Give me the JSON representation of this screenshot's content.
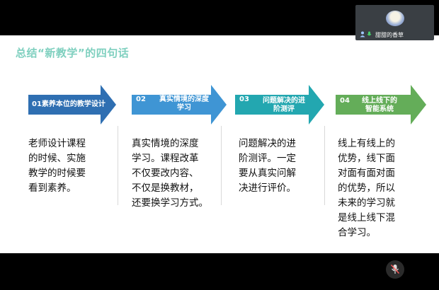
{
  "slide": {
    "title": "总结“新教学”的四句话"
  },
  "steps": [
    {
      "number": "",
      "label_lines": [
        "01素养本位的教学设计"
      ],
      "color": "#2f6fb2",
      "text_lines": [
        "老师设计课程",
        "的时候、实施",
        "教学的时候要",
        "看到素养。"
      ]
    },
    {
      "number": "02",
      "label_lines": [
        "真实情境的深度",
        "学习"
      ],
      "color": "#3f95d4",
      "text_lines": [
        "真实情境的深度",
        "学习。课程改革",
        "不仅要改内容、",
        "不仅是换教材，",
        "还要换学习方式。"
      ]
    },
    {
      "number": "03",
      "label_lines": [
        "问题解决的进",
        "阶测评"
      ],
      "color": "#23a7b0",
      "text_lines": [
        "问题解决的进",
        "阶测评。一定",
        "要从真实问解",
        "决进行评价。"
      ]
    },
    {
      "number": "04",
      "label_lines": [
        "线上线下的",
        "智能系统"
      ],
      "color": "#64ad59",
      "text_lines": [
        "线上有线上的",
        "优势，线下面",
        "对面有面对面",
        "的优势，所以",
        "未来的学习就",
        "是线上线下混",
        "合学习。"
      ]
    }
  ],
  "participant": {
    "name": "甜甜的香草",
    "icons": [
      "person-icon",
      "mic-icon"
    ]
  },
  "controls": {
    "mic_button_icon": "mic-muted-icon"
  }
}
